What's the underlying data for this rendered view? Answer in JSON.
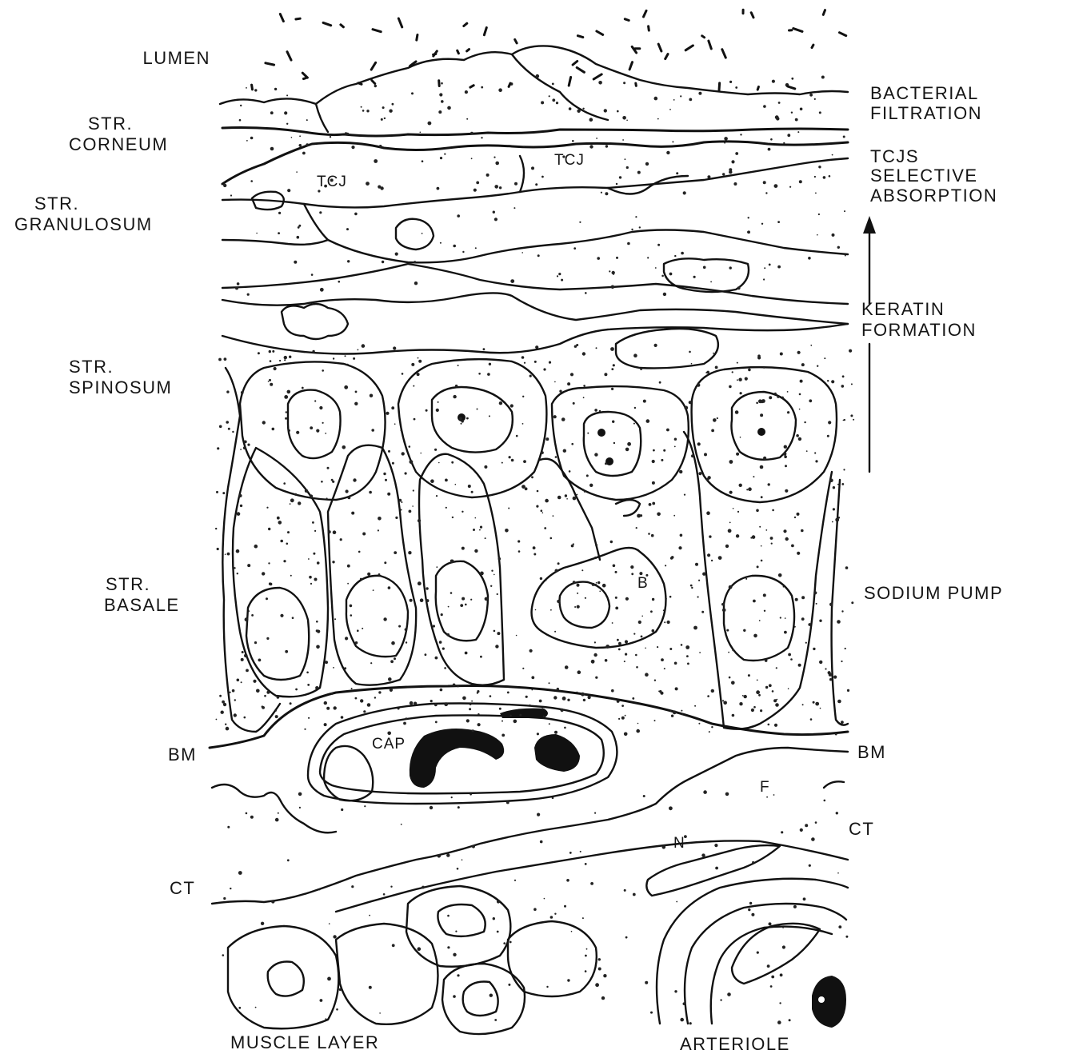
{
  "labels": {
    "lumen": "LUMEN",
    "str_corneum_1": "STR.",
    "str_corneum_2": "CORNEUM",
    "str_granulosum_1": "STR.",
    "str_granulosum_2": "GRANULOSUM",
    "str_spinosum_1": "STR.",
    "str_spinosum_2": "SPINOSUM",
    "str_basale_1": "STR.",
    "str_basale_2": "BASALE",
    "bm_left": "BM",
    "ct_left": "CT",
    "muscle_layer": "MUSCLE LAYER",
    "bacterial_1": "BACTERIAL",
    "bacterial_2": "FILTRATION",
    "tcjs_1": "TCJs",
    "tcjs_2": "SELECTIVE",
    "tcjs_3": "ABSORPTION",
    "keratin_1": "KERATIN",
    "keratin_2": "FORMATION",
    "sodium_pump": "SODIUM PUMP",
    "bm_right": "BM",
    "ct_right": "CT",
    "arteriole": "ARTERIOLE",
    "tcj_a": "TCJ",
    "tcj_b": "TCJ",
    "cap": "CAP",
    "b": "B",
    "f": "F",
    "n": "N"
  }
}
